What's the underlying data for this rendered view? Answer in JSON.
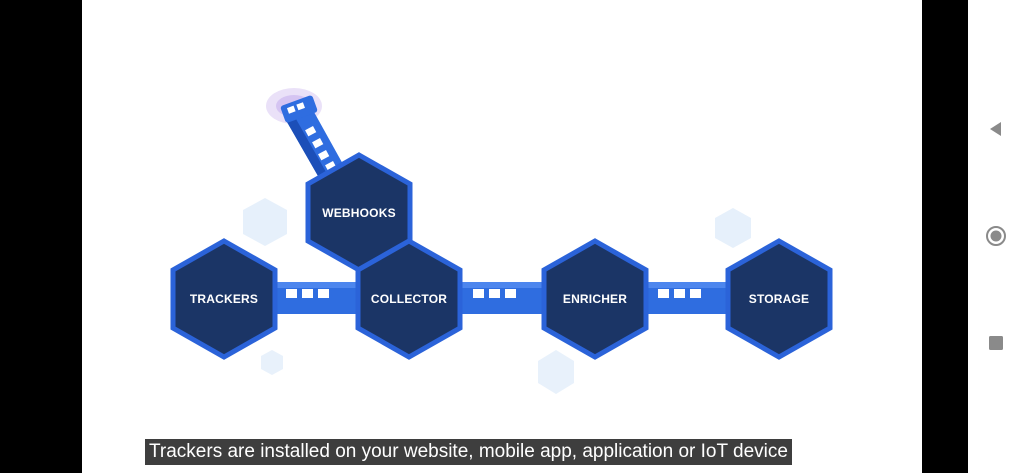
{
  "diagram": {
    "nodes": [
      {
        "id": "webhooks",
        "label": "WEBHOOKS"
      },
      {
        "id": "trackers",
        "label": "TRACKERS"
      },
      {
        "id": "collector",
        "label": "COLLECTOR"
      },
      {
        "id": "enricher",
        "label": "ENRICHER"
      },
      {
        "id": "storage",
        "label": "STORAGE"
      }
    ],
    "connections": [
      [
        "trackers",
        "collector"
      ],
      [
        "collector",
        "enricher"
      ],
      [
        "enricher",
        "storage"
      ],
      [
        "webhooks",
        "collector"
      ]
    ],
    "colors": {
      "hex_fill": "#1b3566",
      "hex_border": "#2b63d9",
      "pipe": "#2f6de0",
      "pipe_dark": "#1c4fb8",
      "bg_hex": "#e6f0fb"
    }
  },
  "caption": {
    "text": "Trackers are installed on your website, mobile app, application or IoT device"
  },
  "nav": {
    "back_icon": "back-triangle-icon",
    "home_icon": "home-circle-icon",
    "recents_icon": "recents-square-icon"
  }
}
